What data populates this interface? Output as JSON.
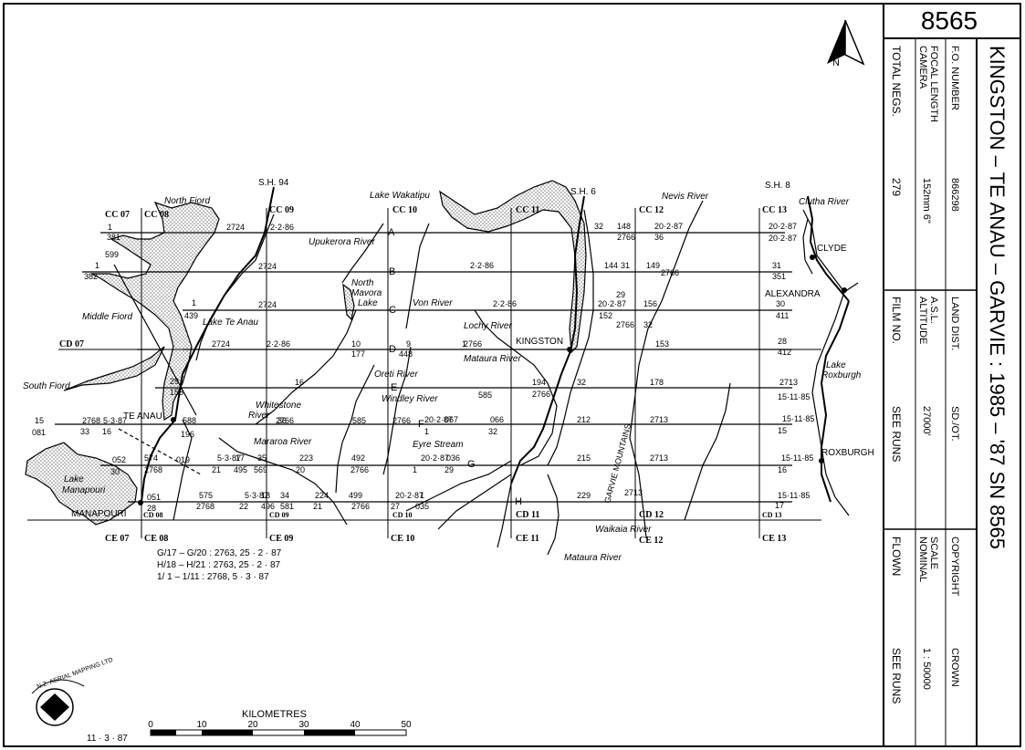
{
  "sheet_number": "8565",
  "title": "KINGSTON – TE ANAU – GARVIE : 1985 – '87 SN 8565",
  "info": {
    "fo_label": "F.O. NUMBER",
    "fo_value": "866298",
    "land_label": "LAND DIST.",
    "land_value": "SD./OT.",
    "altitude_label1": "ALTITUDE",
    "altitude_label2": "A.S.L.",
    "altitude_value": "27000'",
    "copyright_label": "COPYRIGHT",
    "copyright_value": "CROWN",
    "scale_label1": "NOMINAL",
    "scale_label2": "SCALE",
    "scale_value": "1 : 50000",
    "camera_label1": "CAMERA",
    "camera_label2": "FOCAL LENGTH",
    "camera_value": "152mm  6\"",
    "total_label": "TOTAL NEGS.",
    "total_value": "279",
    "film_label": "FILM NO.",
    "film_value": "SEE RUNS",
    "flown_label": "FLOWN",
    "flown_value": "SEE RUNS"
  },
  "north_label": "N",
  "scale_bar": {
    "title": "KILOMETRES",
    "ticks": [
      "0",
      "10",
      "20",
      "30",
      "40",
      "50"
    ]
  },
  "date": "11 · 3 · 87",
  "logo_text": "N.Z. AERIAL MAPPING LTD",
  "places": {
    "te_anau": "TE ANAU",
    "manapouri": "MANAPOURI",
    "kingston": "KINGSTON",
    "clyde": "CLYDE",
    "alexandra": "ALEXANDRA",
    "roxburgh": "ROXBURGH"
  },
  "water": {
    "north_fiord": "North Fiord",
    "middle_fiord": "Middle Fiord",
    "south_fiord": "South Fiord",
    "lake_te_anau": "Lake Te Anau",
    "lake_wakatipu": "Lake Wakatipu",
    "lake_manapouri_1": "Lake",
    "lake_manapouri_2": "Manapouri",
    "north_mavora_1": "North",
    "north_mavora_2": "Mavora",
    "north_mavora_3": "Lake",
    "lake_roxburgh_1": "Lake",
    "lake_roxburgh_2": "Roxburgh",
    "upukerora": "Upukerora River",
    "von": "Von River",
    "lochy": "Lochy River",
    "mataura1": "Mataura River",
    "oreti": "Oreti River",
    "windley": "Windley River",
    "whitestone_1": "Whitestone",
    "whitestone_2": "River",
    "mararoa": "Mararoa River",
    "eyre": "Eyre Stream",
    "nevis": "Nevis River",
    "clutha": "Clutha River",
    "waikaia": "Waikaia River",
    "mataura2": "Mataura River"
  },
  "roads": {
    "sh94": "S.H. 94",
    "sh6": "S.H. 6",
    "sh8": "S.H. 8"
  },
  "mountains": "GARVIE   MOUNTAINS",
  "grid": {
    "top": [
      "CC 07",
      "CC 08",
      "CC 09",
      "CC 10",
      "CC 11",
      "CC 12",
      "CC 13"
    ],
    "bottom": [
      "CE 07",
      "CE 08",
      "CE 09",
      "CE 10",
      "CE 11",
      "CE 12",
      "CE 13"
    ],
    "side": [
      "CD 07"
    ],
    "small": [
      "CD 08",
      "CD 09",
      "CD 10",
      "CD 13"
    ],
    "mid": [
      "CD 11",
      "CD 12"
    ]
  },
  "runs": [
    "A",
    "B",
    "C",
    "D",
    "E",
    "F",
    "G",
    "H"
  ],
  "labels": [
    "2724",
    "2·2·86",
    "1",
    "381",
    "599",
    "1",
    "382",
    "2724",
    "2·2·86",
    "1",
    "439",
    "2724",
    "2724",
    "2·2·86",
    "10",
    "177",
    "9",
    "448",
    "2766",
    "2·2·86",
    "32",
    "148",
    "2766",
    "20·2·87",
    "36",
    "144",
    "31",
    "149",
    "2766",
    "20·2·87",
    "152",
    "29",
    "156",
    "2766",
    "32",
    "153",
    "20·2·87",
    "20·2·87",
    "31",
    "351",
    "30",
    "411",
    "28",
    "412",
    "29",
    "158",
    "16",
    "194",
    "2766",
    "32",
    "178",
    "2713",
    "15·11·85",
    "15",
    "081",
    "2768",
    "5·3·87",
    "33",
    "16",
    "588",
    "196",
    "36",
    "585",
    "2766",
    "20·2·87",
    "1",
    "066",
    "32",
    "212",
    "2713",
    "15·11·85",
    "15",
    "052",
    "30",
    "574",
    "2768",
    "5·3·87",
    "17",
    "35",
    "21",
    "495",
    "569",
    "223",
    "20",
    "492",
    "2766",
    "20·2·87",
    "1",
    "036",
    "29",
    "215",
    "2713",
    "15·11·85",
    "16",
    "051",
    "28",
    "575",
    "2768",
    "5·3·87",
    "18",
    "34",
    "22",
    "496",
    "581",
    "224",
    "21",
    "499",
    "2766",
    "20·2·87",
    "1",
    "27",
    "035",
    "229",
    "2713",
    "15·11·85",
    "17",
    "019",
    "585",
    "067",
    "1",
    "2766",
    "2766"
  ],
  "notes": [
    "G/17 – G/20 : 2763, 25 · 2 · 87",
    "H/18 – H/21 : 2763, 25 · 2 · 87",
    "1/ 1 – 1/11 : 2768,  5 · 3 · 87"
  ]
}
